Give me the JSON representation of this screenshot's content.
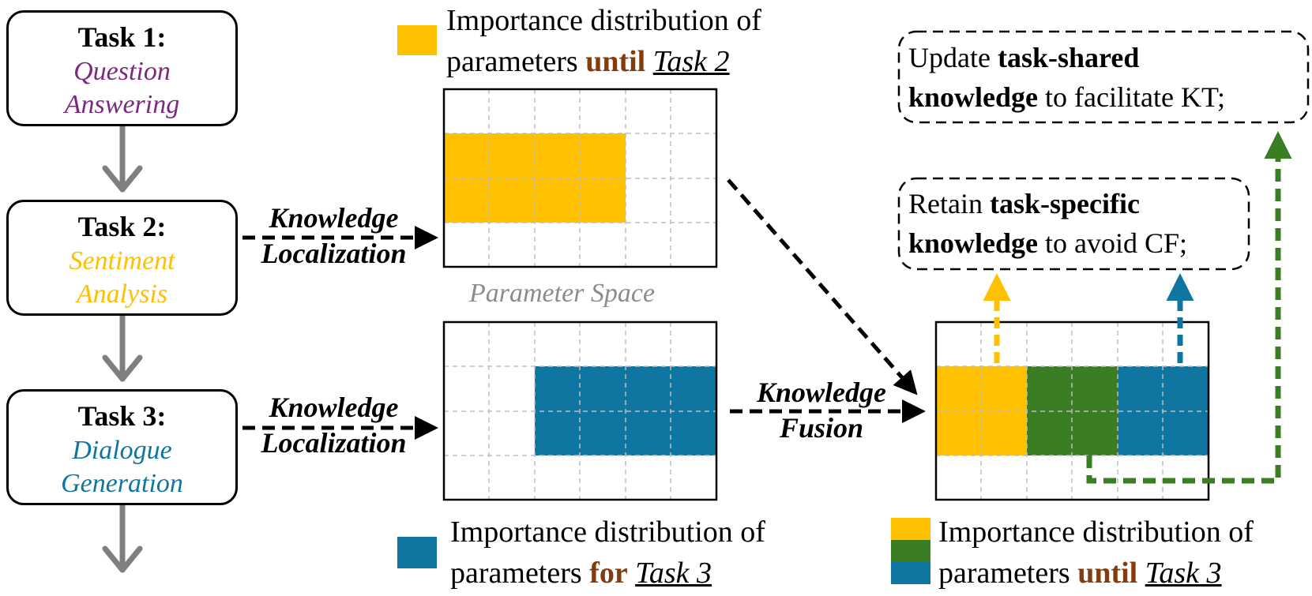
{
  "tasks": [
    {
      "title": "Task 1:",
      "line1": "Question",
      "line2": "Answering",
      "color": "#7b2a7f"
    },
    {
      "title": "Task 2:",
      "line1": "Sentiment",
      "line2": "Analysis",
      "color": "#ffc000"
    },
    {
      "title": "Task 3:",
      "line1": "Dialogue",
      "line2": "Generation",
      "color": "#0e76a0"
    }
  ],
  "arrows": {
    "localization_1": {
      "line1": "Knowledge",
      "line2": "Localization"
    },
    "localization_2": {
      "line1": "Knowledge",
      "line2": "Localization"
    },
    "fusion": {
      "line1": "Knowledge",
      "line2": "Fusion"
    }
  },
  "parameter_space_label": "Parameter Space",
  "legend_top": {
    "prefix": "Importance distribution of",
    "line2_start": "parameters ",
    "keyword": "until",
    "task": "Task 2"
  },
  "legend_bottom_left": {
    "prefix": "Importance distribution of",
    "line2_start": "parameters ",
    "keyword": "for",
    "task": "Task 3"
  },
  "legend_bottom_right": {
    "prefix": "Importance distribution of",
    "line2_start": "parameters ",
    "keyword": "until",
    "task": "Task 3"
  },
  "note_shared": {
    "p1": "Update ",
    "b1": "task-shared",
    "b2": "knowledge",
    "p2": " to facilitate KT;"
  },
  "note_specific": {
    "p1": "Retain ",
    "b1": "task-specific",
    "b2": "knowledge",
    "p2": " to avoid CF;"
  },
  "colors": {
    "yellow": "#ffc000",
    "blue": "#0e76a0",
    "green": "#3a7d22",
    "gray_arrow": "#7f7f7f",
    "grid_dash": "#bfbfbf",
    "keyword": "#843c0c"
  }
}
